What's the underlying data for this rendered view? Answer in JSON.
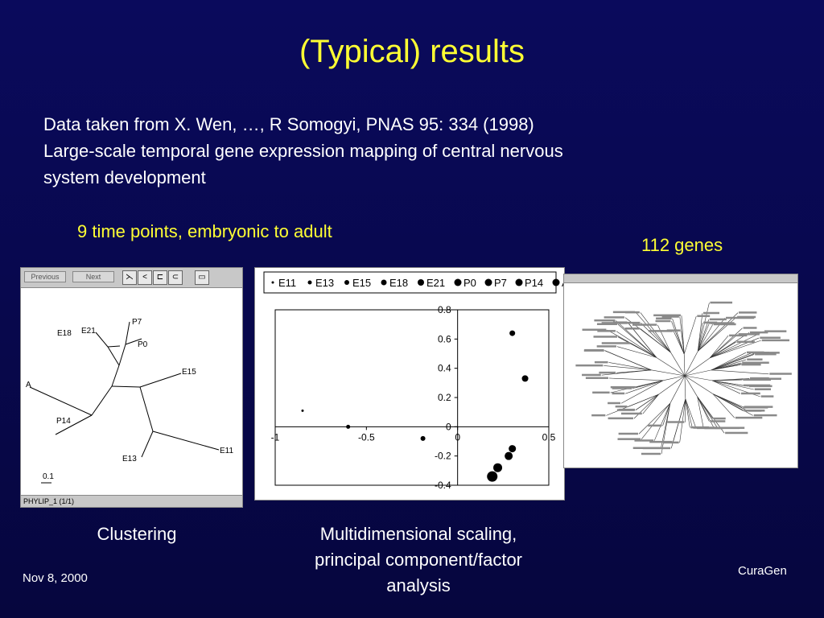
{
  "slide": {
    "title": "(Typical) results",
    "body_lines": [
      "Data taken from X. Wen, …, R Somogyi, PNAS 95: 334 (1998)",
      "Large-scale temporal gene expression mapping of central nervous",
      "system development"
    ],
    "time_points_note": "9 time points, embryonic to adult",
    "genes_note": "112 genes",
    "captions": {
      "clustering": "Clustering",
      "mds_line1": "Multidimensional scaling,",
      "mds_line2": "principal component/factor",
      "mds_line3": "analysis"
    },
    "footer_date": "Nov 8, 2000",
    "footer_company": "CuraGen"
  },
  "phylip_window": {
    "btn_previous": "Previous",
    "btn_next": "Next",
    "status": "PHYLIP_1  (1/1)",
    "scale_label": "0.1",
    "leaf_labels": [
      "P7",
      "E18",
      "E21",
      "P0",
      "E15",
      "A",
      "P14",
      "E13",
      "E11"
    ]
  },
  "colors": {
    "background": "#0a0a5c",
    "title": "#ffff33",
    "text": "#ffffff"
  },
  "chart_data": {
    "type": "scatter",
    "legend": [
      "E11",
      "E13",
      "E15",
      "E18",
      "E21",
      "P0",
      "P7",
      "P14",
      "A"
    ],
    "legend_position": "top",
    "x": [
      -0.85,
      -0.6,
      -0.19,
      0.3,
      0.37,
      0.3,
      0.28,
      0.22,
      0.19
    ],
    "y": [
      0.11,
      0.0,
      -0.08,
      0.64,
      0.33,
      -0.15,
      -0.2,
      -0.28,
      -0.34
    ],
    "x_ticks": [
      "-1",
      "-0.5",
      "0",
      "0.5"
    ],
    "y_ticks": [
      "0.8",
      "0.6",
      "0.4",
      "0.2",
      "0",
      "-0.2",
      "-0.4"
    ],
    "xlim": [
      -1,
      0.5
    ],
    "ylim": [
      -0.4,
      0.8
    ],
    "grid": false
  }
}
